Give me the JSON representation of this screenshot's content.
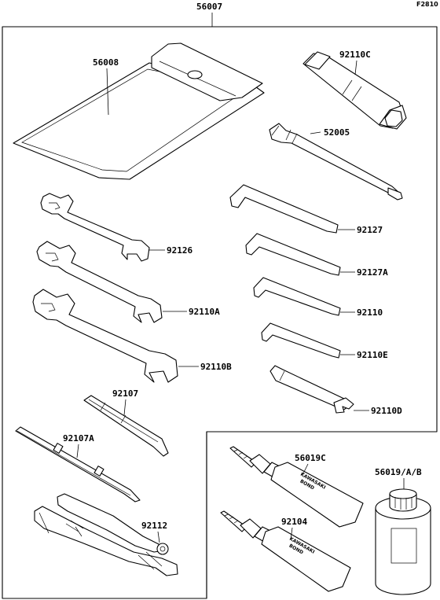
{
  "figure": {
    "code": "F2810",
    "assembly_label": "56007"
  },
  "parts": {
    "kit_bag": "56008",
    "plug_wrench": "92110C",
    "handle": "52005",
    "hex_wrench_1": "92127",
    "hex_wrench_2": "92127A",
    "hex_wrench_3": "92110",
    "hex_wrench_4": "92110E",
    "spoke_wrench": "92110D",
    "open_wrench_1": "92126",
    "open_wrench_2": "92110A",
    "open_wrench_3": "92110B",
    "screwdriver": "92107",
    "screwdriver_handle": "92107A",
    "pliers": "92112",
    "bond_tube_1": "56019C",
    "bond_tube_2": "92104",
    "bond_can": "56019/A/B"
  },
  "tube_brand": {
    "line1": "KAWASAKI",
    "line2": "BOND"
  }
}
